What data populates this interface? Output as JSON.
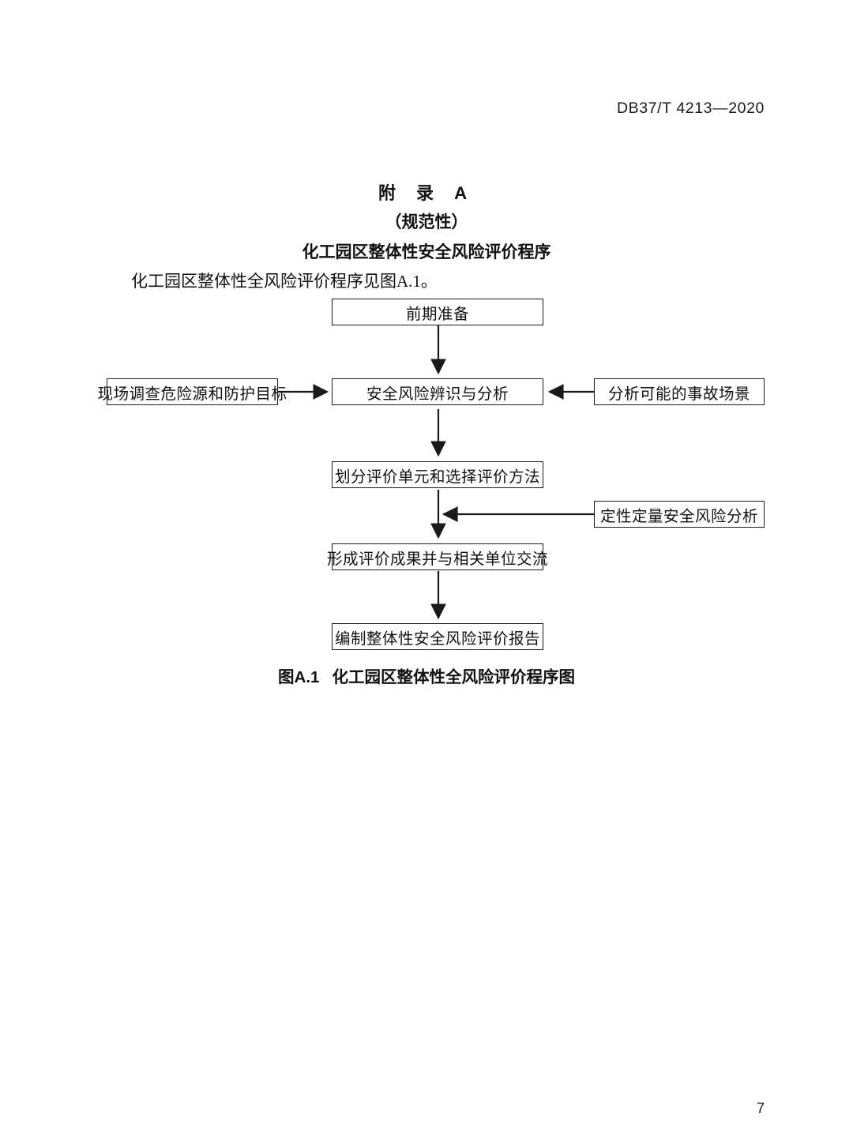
{
  "header": {
    "standard_code": "DB37/T 4213—2020"
  },
  "title_block": {
    "annex_label": "附 录 A",
    "annex_kind": "（规范性）",
    "annex_name": "化工园区整体性安全风险评价程序"
  },
  "body": {
    "intro_text": "化工园区整体性全风险评价程序见图A.1。"
  },
  "figure": {
    "caption_number": "图A.1",
    "caption_text": "化工园区整体性全风险评价程序图",
    "nodes": [
      {
        "id": "prep",
        "label": "前期准备"
      },
      {
        "id": "survey",
        "label": "现场调查危险源和防护目标"
      },
      {
        "id": "identify",
        "label": "安全风险辨识与分析"
      },
      {
        "id": "scenarios",
        "label": "分析可能的事故场景"
      },
      {
        "id": "units",
        "label": "划分评价单元和选择评价方法"
      },
      {
        "id": "quantvqual",
        "label": "定性定量安全风险分析"
      },
      {
        "id": "results",
        "label": "形成评价成果并与相关单位交流"
      },
      {
        "id": "report",
        "label": "编制整体性安全风险评价报告"
      }
    ],
    "edges": [
      {
        "from": "prep",
        "to": "identify",
        "direction": "down"
      },
      {
        "from": "survey",
        "to": "identify",
        "direction": "right"
      },
      {
        "from": "scenarios",
        "to": "identify",
        "direction": "left"
      },
      {
        "from": "identify",
        "to": "units",
        "direction": "down"
      },
      {
        "from": "quantvqual",
        "to": "units-stem",
        "direction": "left"
      },
      {
        "from": "units",
        "to": "results",
        "direction": "down"
      },
      {
        "from": "results",
        "to": "report",
        "direction": "down"
      }
    ]
  },
  "footer": {
    "page_number": "7"
  },
  "colors": {
    "ink": "#111111",
    "stroke": "#1a1a1a",
    "paper": "#ffffff"
  }
}
